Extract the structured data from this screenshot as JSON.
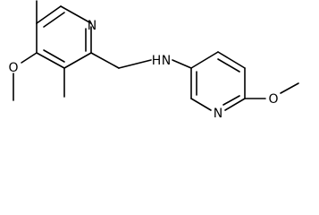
{
  "molecule": {
    "atoms": {
      "ring_a_n": "N",
      "ring_a_ome_o": "O",
      "amine_nh": "N",
      "amine_h": "H",
      "ring_b_n": "N",
      "ring_b_ome_o": "O"
    }
  }
}
